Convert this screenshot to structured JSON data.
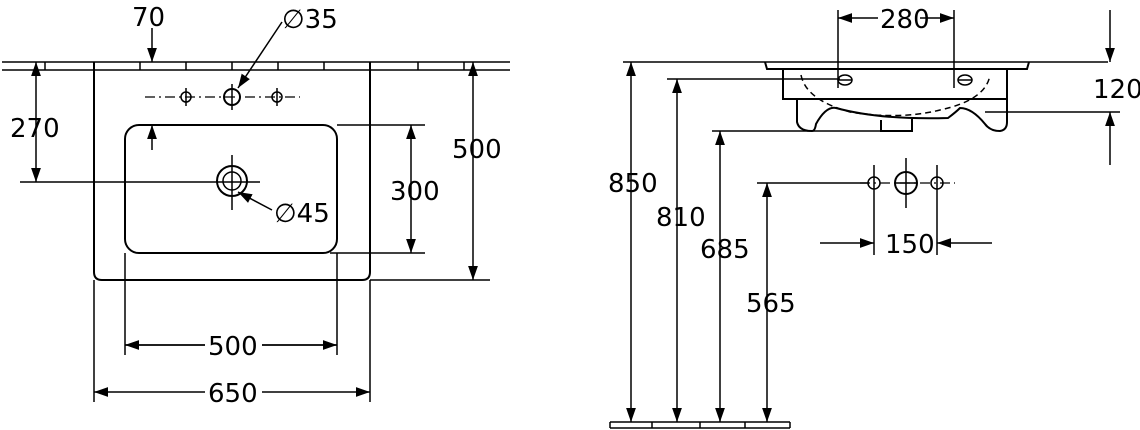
{
  "top_view": {
    "dims": {
      "tap_offset": "70",
      "tap_hole_diameter": "∅35",
      "drain_offset": "270",
      "drain_diameter": "∅45",
      "bowl_depth": "300",
      "overall_depth": "500",
      "bowl_width": "500",
      "overall_width": "650"
    }
  },
  "side_view": {
    "dims": {
      "tap_spacing": "280",
      "basin_height": "120",
      "top_height": "850",
      "overflow_height": "810",
      "bottom_height": "685",
      "supply_height": "565",
      "supply_spacing": "150"
    }
  },
  "colors": {
    "line": "#000000",
    "background": "#ffffff"
  }
}
